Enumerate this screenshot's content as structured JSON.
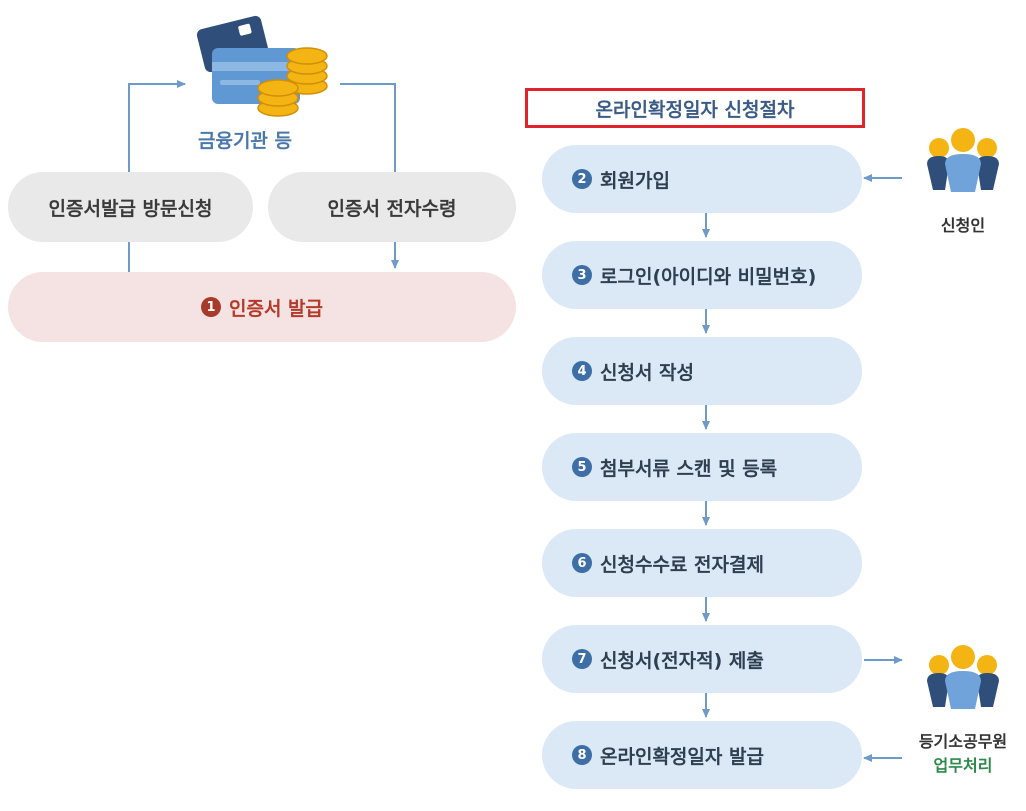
{
  "title": "온라인확정일자 신청절차",
  "institution": {
    "label": "금융기관 등",
    "icon": "card-and-coins-icon"
  },
  "left_steps": {
    "visit": "인증서발급 방문신청",
    "electronic": "인증서 전자수령",
    "issue": {
      "number": "1",
      "label": "인증서 발급"
    }
  },
  "steps": [
    {
      "number": "2",
      "label": "회원가입"
    },
    {
      "number": "3",
      "label": "로그인(아이디와 비밀번호)"
    },
    {
      "number": "4",
      "label": "신청서 작성"
    },
    {
      "number": "5",
      "label": "첨부서류 스캔 및 등록"
    },
    {
      "number": "6",
      "label": "신청수수료 전자결제"
    },
    {
      "number": "7",
      "label": "신청서(전자적) 제출"
    },
    {
      "number": "8",
      "label": "온라인확정일자 발급"
    }
  ],
  "applicant": {
    "label": "신청인",
    "icon": "people-icon"
  },
  "official": {
    "label": "등기소공무원",
    "sublabel": "업무처리",
    "icon": "people-icon"
  },
  "colors": {
    "arrow": "#6f9bc8",
    "title_border": "#e0242a",
    "step_bg": "#dbe8f5",
    "issue_bg": "#f5e3e3"
  }
}
